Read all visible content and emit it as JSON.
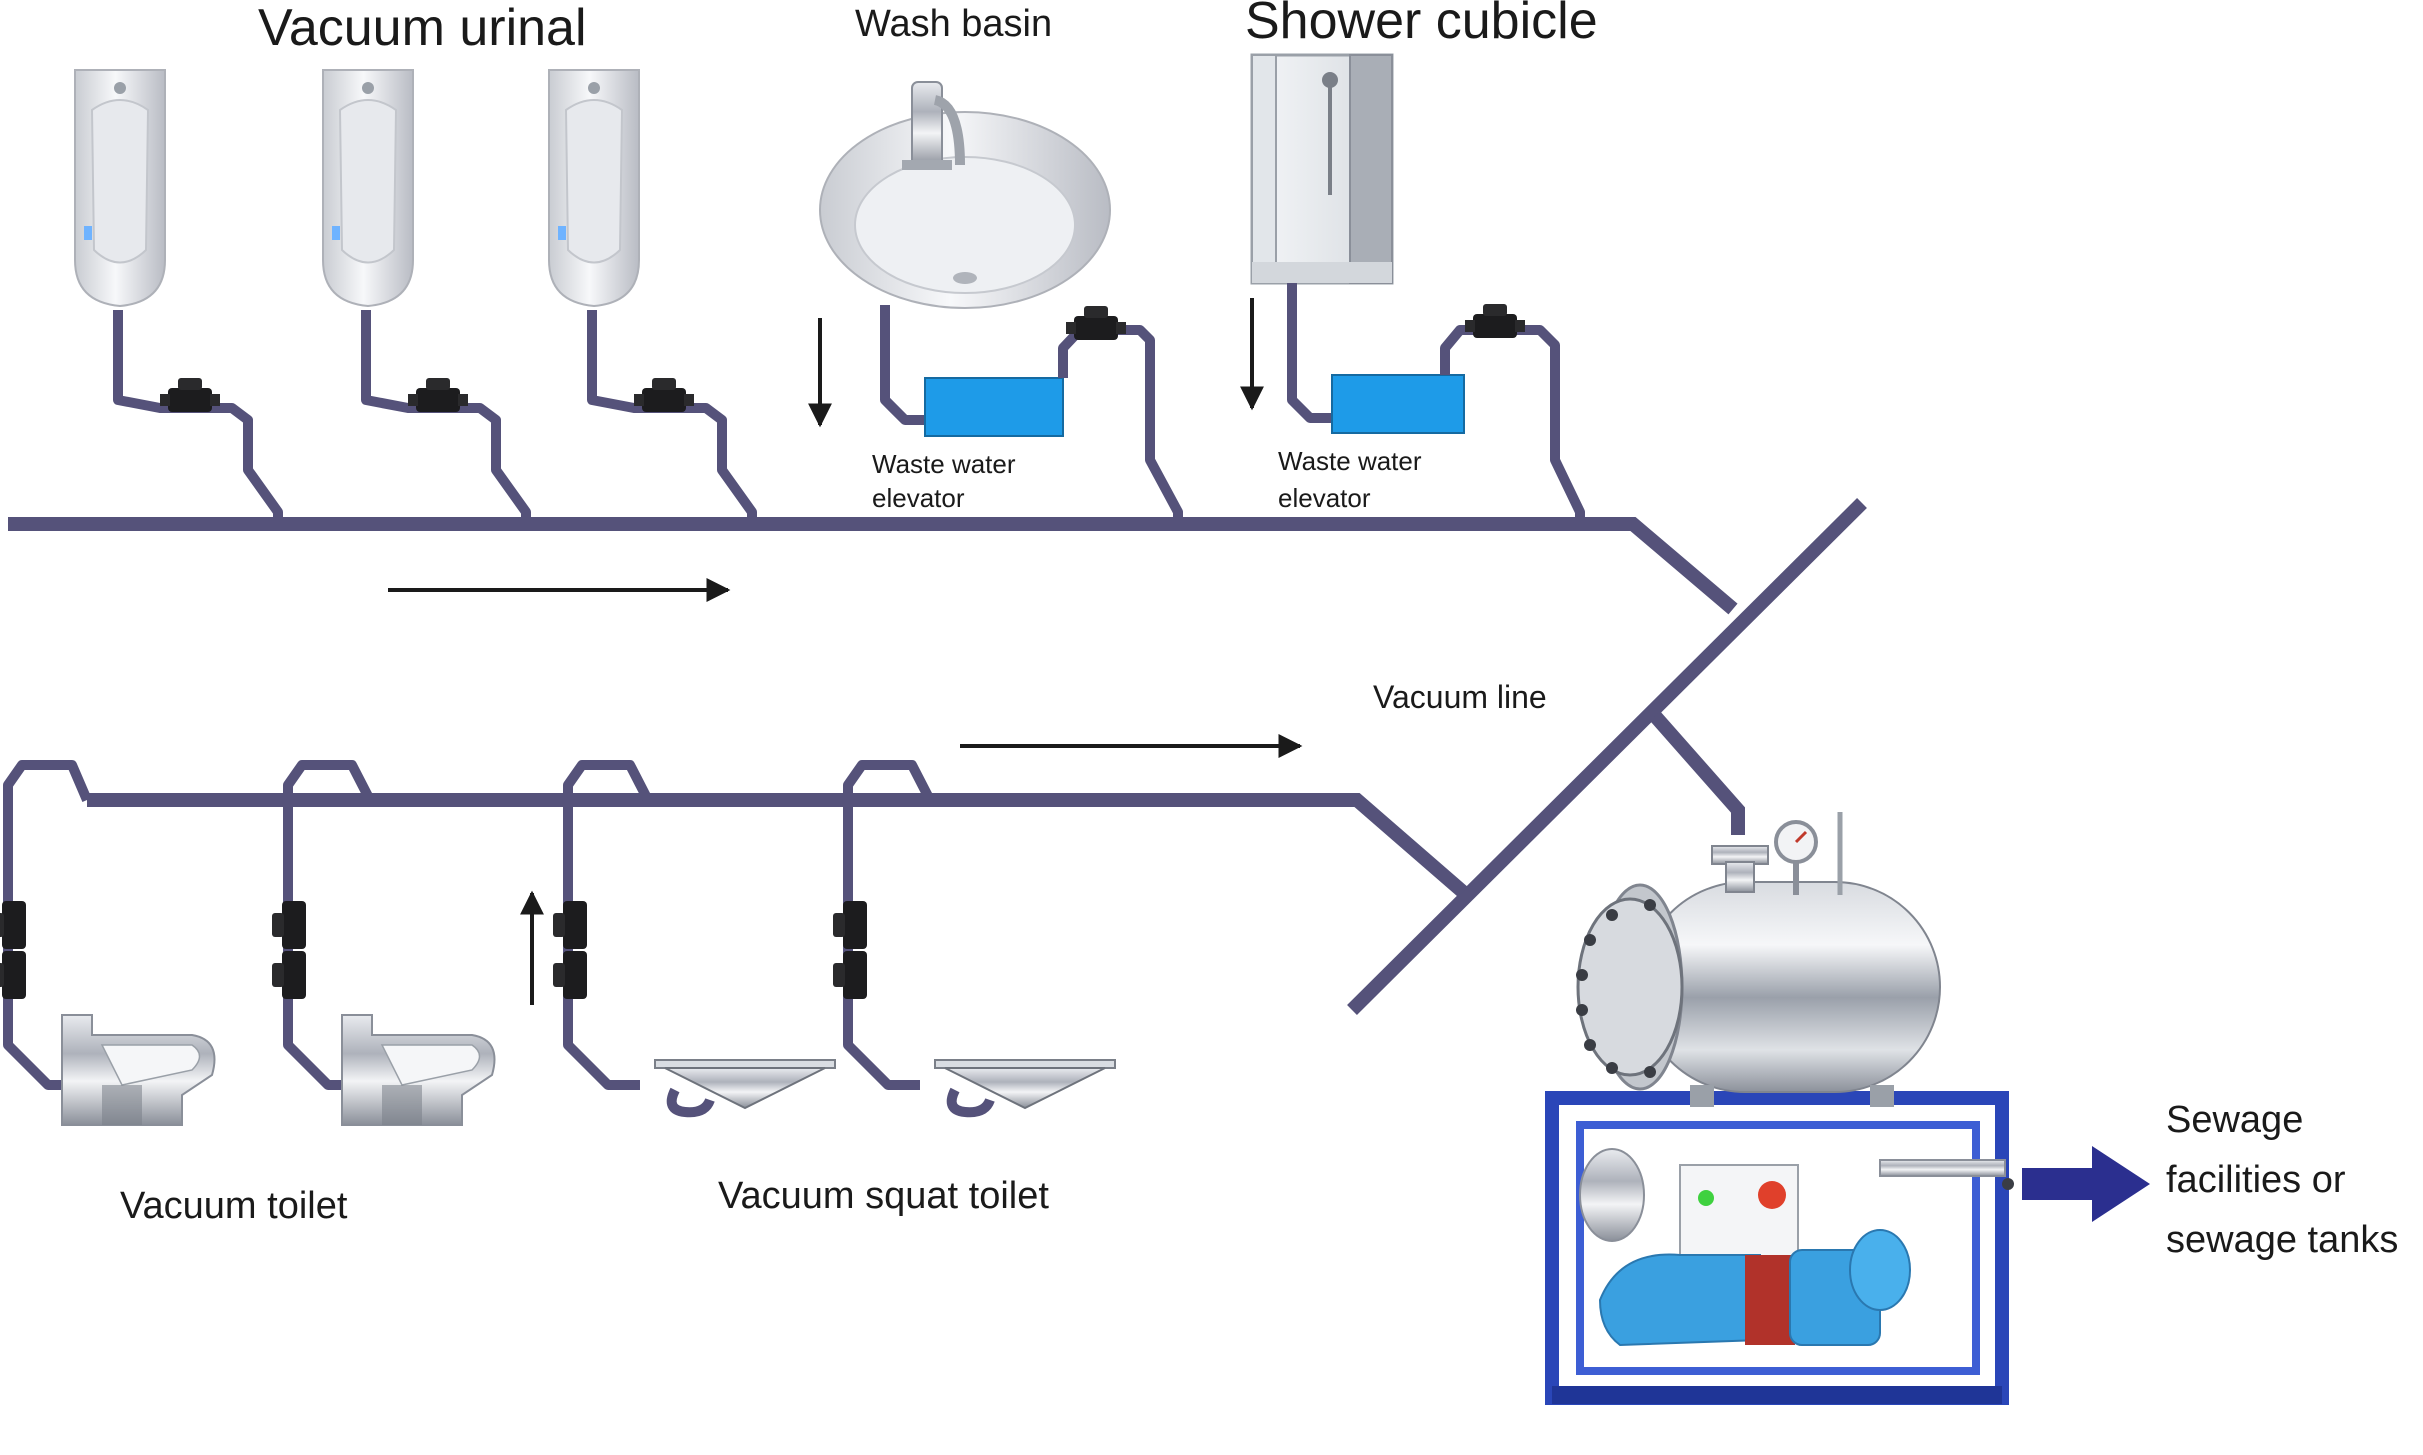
{
  "labels": {
    "vacuum_urinal": "Vacuum urinal",
    "wash_basin": "Wash basin",
    "shower_cubicle": "Shower cubicle",
    "waste_water_elevator_line1": "Waste water",
    "waste_water_elevator_line2": "elevator",
    "vacuum_line": "Vacuum line",
    "vacuum_toilet": "Vacuum toilet",
    "vacuum_squat_toilet": "Vacuum squat toilet",
    "sewage_line1": "Sewage",
    "sewage_line2": "facilities or",
    "sewage_line3": "sewage tanks"
  },
  "colors": {
    "pipe": "#55527a",
    "elevator": "#1e9be8",
    "frame": "#2a46b8",
    "pump": "#3aa0e0",
    "outlet_arrow": "#2b2f8f",
    "flow_arrow": "#1a1a1a"
  },
  "icons": {
    "urinal": "urinal-icon",
    "basin": "wash-basin-icon",
    "shower": "shower-cubicle-icon",
    "toilet": "vacuum-toilet-icon",
    "squat": "squat-toilet-icon",
    "valve": "vacuum-valve-icon",
    "station": "vacuum-station-icon"
  }
}
